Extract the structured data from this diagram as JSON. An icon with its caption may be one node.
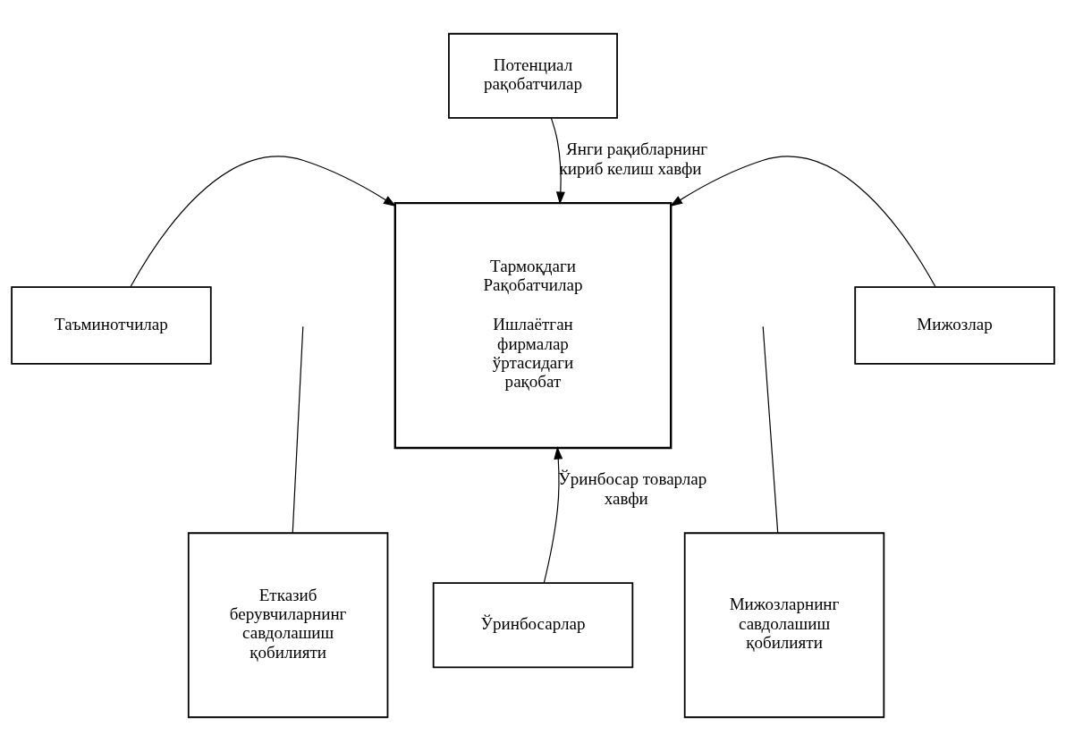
{
  "diagram": {
    "nodes": [
      {
        "text": [
          "Потенциал рақобатчилар"
        ]
      },
      {
        "text": [
          "Тармоқдаги Рақобатчилар",
          "Ишлаётган фирмалар ўртасидаги рақобат"
        ]
      },
      {
        "text": [
          "Таъминотчилар"
        ]
      },
      {
        "text": [
          "Мижозлар"
        ]
      },
      {
        "text": [
          "Етказиб берувчиларнинг савдолашиш қобилияти"
        ]
      },
      {
        "text": [
          "Мижозларнинг савдолашиш қобилияти"
        ]
      },
      {
        "text": [
          "Ўринбосарлар"
        ]
      }
    ],
    "edges": [
      {
        "from": 0,
        "to": 1,
        "arrow": "to",
        "label": "Янги рақибларнинг кириб келиш хавфи"
      },
      {
        "from": 2,
        "to": 1,
        "arrow": "to"
      },
      {
        "from": 3,
        "to": 1,
        "arrow": "to"
      },
      {
        "from": 4,
        "to": null,
        "arrow": "none"
      },
      {
        "from": 5,
        "to": null,
        "arrow": "none"
      },
      {
        "from": 6,
        "to": 1,
        "arrow": "to",
        "label": "Ўринбосар товарлар хавфи"
      }
    ]
  }
}
